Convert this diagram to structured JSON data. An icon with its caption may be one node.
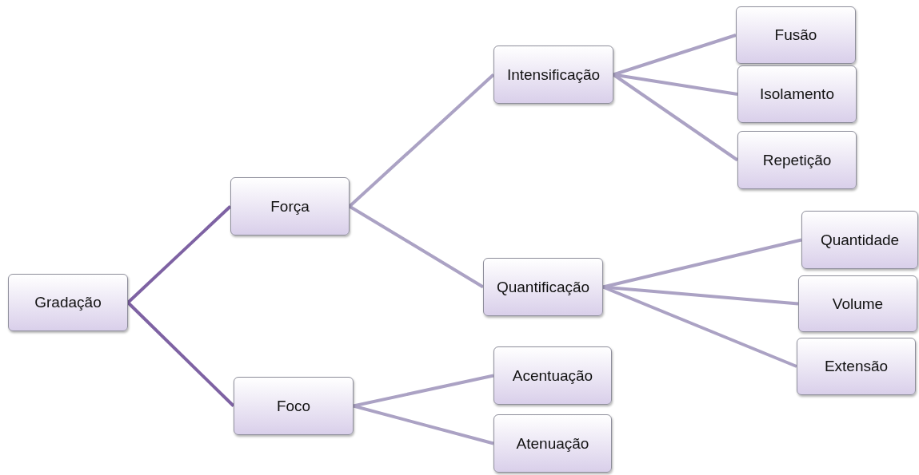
{
  "diagram": {
    "nodes": [
      {
        "text": [
          "Gradação"
        ]
      },
      {
        "text": [
          "Força"
        ]
      },
      {
        "text": [
          "Foco"
        ]
      },
      {
        "text": [
          "Intensificação"
        ]
      },
      {
        "text": [
          "Quantificação"
        ]
      },
      {
        "text": [
          "Acentuação"
        ]
      },
      {
        "text": [
          "Atenuação"
        ]
      },
      {
        "text": [
          "Fusão"
        ]
      },
      {
        "text": [
          "Isolamento"
        ]
      },
      {
        "text": [
          "Repetição"
        ]
      },
      {
        "text": [
          "Quantidade"
        ]
      },
      {
        "text": [
          "Volume"
        ]
      },
      {
        "text": [
          "Extensão"
        ]
      }
    ],
    "edges": [
      {
        "from": 0,
        "to": 1,
        "arrow": "none",
        "color": "#7e62a3"
      },
      {
        "from": 0,
        "to": 2,
        "arrow": "none",
        "color": "#7e62a3"
      },
      {
        "from": 1,
        "to": 3,
        "arrow": "none"
      },
      {
        "from": 1,
        "to": 4,
        "arrow": "none"
      },
      {
        "from": 2,
        "to": 5,
        "arrow": "none"
      },
      {
        "from": 2,
        "to": 6,
        "arrow": "none"
      },
      {
        "from": 3,
        "to": 7,
        "arrow": "none"
      },
      {
        "from": 3,
        "to": 8,
        "arrow": "none"
      },
      {
        "from": 3,
        "to": 9,
        "arrow": "none"
      },
      {
        "from": 4,
        "to": 10,
        "arrow": "none"
      },
      {
        "from": 4,
        "to": 11,
        "arrow": "none"
      },
      {
        "from": 4,
        "to": 12,
        "arrow": "none"
      }
    ]
  }
}
